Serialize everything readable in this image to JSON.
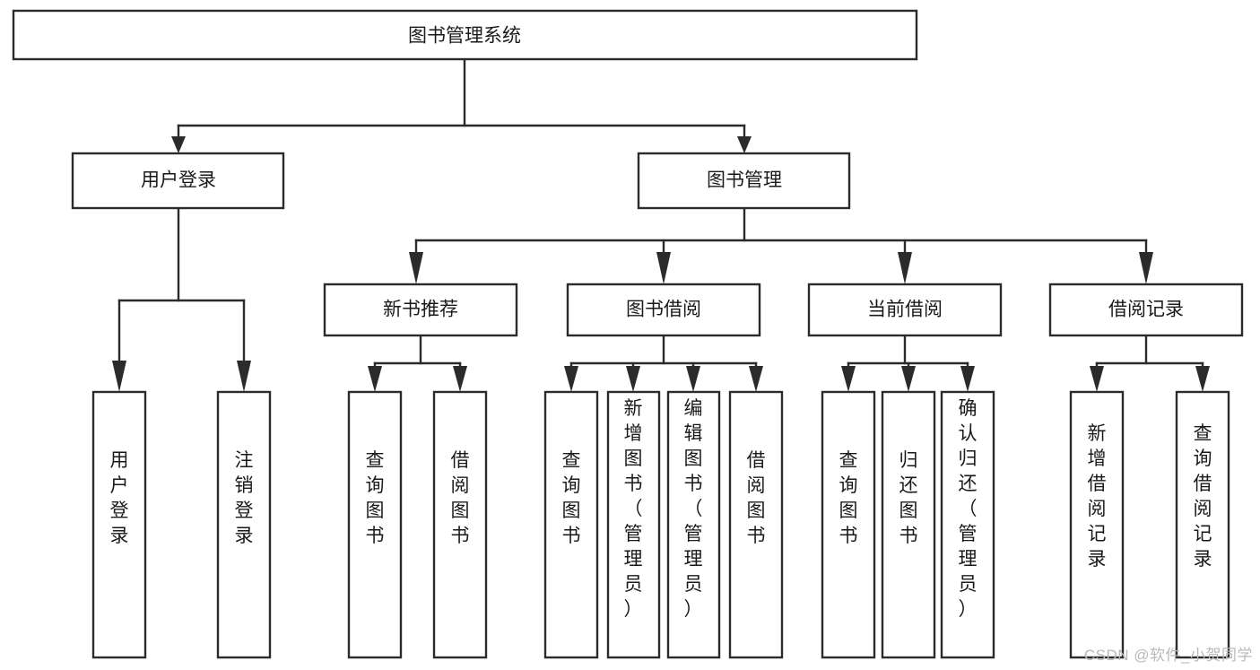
{
  "diagram": {
    "title": "图书管理系统",
    "type": "tree-hierarchy-diagram",
    "orientation": "top-down",
    "colors": {
      "node_fill": "#ffffff",
      "node_stroke": "#2b2b2b",
      "connector": "#2b2b2b",
      "text": "#1a1a1a",
      "watermark": "#b9b9b9",
      "background": "#ffffff"
    },
    "root": {
      "label": "图书管理系统"
    },
    "level2": [
      {
        "label": "用户登录"
      },
      {
        "label": "图书管理"
      }
    ],
    "level3": [
      {
        "label": "新书推荐"
      },
      {
        "label": "图书借阅"
      },
      {
        "label": "当前借阅"
      },
      {
        "label": "借阅记录"
      }
    ],
    "leaves": {
      "user_login": [
        {
          "label": "用户登录"
        },
        {
          "label": "注销登录"
        }
      ],
      "new_book_recommend": [
        {
          "label": "查询图书"
        },
        {
          "label": "借阅图书"
        }
      ],
      "book_borrow": [
        {
          "label": "查询图书"
        },
        {
          "label": "新增图书（管理员）"
        },
        {
          "label": "编辑图书（管理员）"
        },
        {
          "label": "借阅图书"
        }
      ],
      "current_borrow": [
        {
          "label": "查询图书"
        },
        {
          "label": "归还图书"
        },
        {
          "label": "确认归还（管理员）"
        }
      ],
      "borrow_record": [
        {
          "label": "新增借阅记录"
        },
        {
          "label": "查询借阅记录"
        }
      ]
    },
    "watermark": "CSDN @软件_小贺同学"
  }
}
